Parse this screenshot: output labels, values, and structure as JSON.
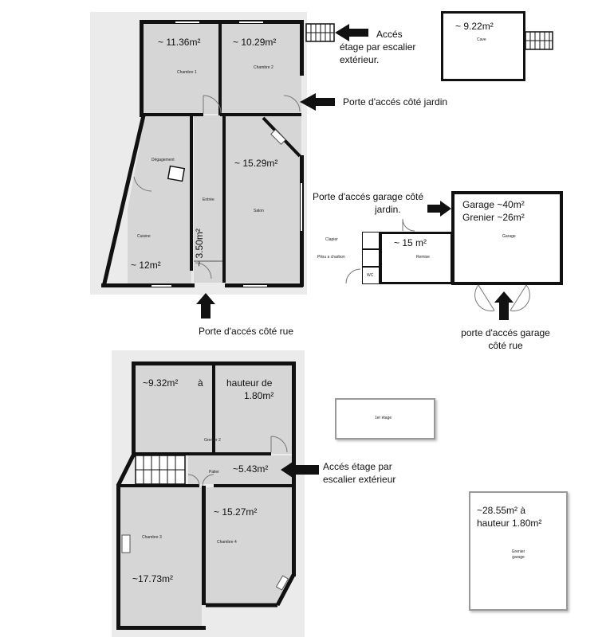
{
  "ground_floor": {
    "chambre1": {
      "label": "Chambre 1",
      "area": "~ 11.36m²"
    },
    "chambre2": {
      "label": "Chambre 2",
      "area": "~ 10.29m²"
    },
    "degagement": {
      "label": "Dégagement"
    },
    "cuisine": {
      "label": "Cuisine",
      "area": "~ 12m²"
    },
    "entree": {
      "label": "Entrée",
      "area": "~ 3.50m²"
    },
    "salon": {
      "label": "Salon",
      "area": "~ 15.29m²"
    }
  },
  "cave": {
    "label": "Cave",
    "area": "~ 9.22m²"
  },
  "remise": {
    "label": "Remise",
    "area": "~ 15 m²"
  },
  "small_rooms": {
    "clapier": "Clapier",
    "pilou": "Pilou a charbon",
    "wc": "WC"
  },
  "garage": {
    "label": "Garage",
    "area_line1": "Garage ~40m²",
    "area_line2": "Grenier ~26m²"
  },
  "first_floor": {
    "grenier2": {
      "label": "Grenier 2",
      "area": "~9.32m²",
      "a": "à",
      "hauteur1": "hauteur de",
      "hauteur2": "1.80m²"
    },
    "palier": {
      "label": "Palier",
      "area": "~5.43m²"
    },
    "chambre3": {
      "label": "Chambre 3",
      "area": "~17.73m²"
    },
    "chambre4": {
      "label": "Chambre 4",
      "area": "~ 15.27m²"
    }
  },
  "ter_etage": {
    "label": "1er étage"
  },
  "grenier_garage": {
    "label1": "Grenier",
    "label2": "garage",
    "area1": "~28.55m² à",
    "area2": "hauteur 1.80m²"
  },
  "annotations": {
    "acces_etage_1": "Accés",
    "acces_etage_2": "étage par escalier",
    "acces_etage_3": "extérieur.",
    "porte_jardin": "Porte d'accés côté jardin",
    "porte_garage_jardin_1": "Porte d'accés garage côté",
    "porte_garage_jardin_2": "jardin.",
    "porte_rue": "Porte d'accés côté rue",
    "porte_garage_rue_1": "porte d'accés garage",
    "porte_garage_rue_2": "côté rue",
    "acces_etage_ext_1": "Accés étage par",
    "acces_etage_ext_2": "escalier extérieur"
  },
  "colors": {
    "wall": "#111111",
    "room": "#d6d6d6",
    "background": "#ebebeb"
  }
}
